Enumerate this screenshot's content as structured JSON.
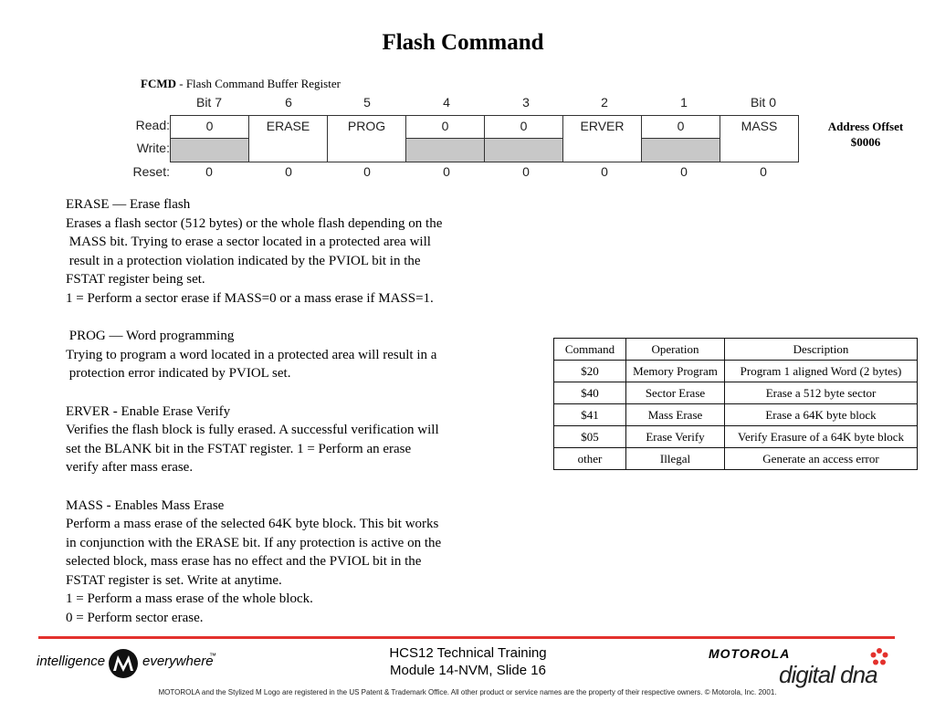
{
  "slide": {
    "title": "Flash Command"
  },
  "register": {
    "name": "FCMD",
    "caption_rest": " - Flash Command Buffer Register",
    "bit_headers": [
      "Bit 7",
      "6",
      "5",
      "4",
      "3",
      "2",
      "1",
      "Bit 0"
    ],
    "row_labels": {
      "read": "Read:",
      "write": "Write:",
      "reset": "Reset:"
    },
    "bits": [
      {
        "read": "0",
        "name": ""
      },
      {
        "read": "",
        "name": "ERASE"
      },
      {
        "read": "",
        "name": "PROG"
      },
      {
        "read": "0",
        "name": ""
      },
      {
        "read": "0",
        "name": ""
      },
      {
        "read": "",
        "name": "ERVER"
      },
      {
        "read": "0",
        "name": ""
      },
      {
        "read": "",
        "name": "MASS"
      }
    ],
    "reset_values": [
      "0",
      "0",
      "0",
      "0",
      "0",
      "0",
      "0",
      "0"
    ],
    "address_offset_label": "Address Offset",
    "address_offset_value": "$0006"
  },
  "description_lines": [
    "ERASE — Erase flash",
    "Erases a flash sector (512 bytes) or the whole flash depending on the",
    " MASS bit. Trying to erase a sector located in a protected area will",
    " result in a protection violation indicated by the PVIOL bit in the",
    "FSTAT register being set.",
    "1 = Perform a sector erase if MASS=0 or a mass erase if MASS=1.",
    "",
    " PROG — Word programming",
    "Trying to program a word located in a protected area will result in a",
    " protection error indicated by PVIOL set.",
    "",
    "ERVER - Enable Erase Verify",
    "Verifies the flash block is fully erased. A successful verification will",
    "set the BLANK bit in the FSTAT register. 1 = Perform an erase",
    "verify after mass erase.",
    "",
    "MASS - Enables Mass Erase",
    "Perform a mass erase of the selected 64K byte block. This bit works",
    "in conjunction with the ERASE bit. If any protection is active on the",
    "selected block, mass erase has no effect and the PVIOL bit in the",
    "FSTAT register is set. Write at anytime.",
    "1 = Perform a mass erase of the whole block.",
    "0 = Perform sector erase."
  ],
  "command_table": {
    "headers": [
      "Command",
      "Operation",
      "Description"
    ],
    "rows": [
      [
        "$20",
        "Memory Program",
        "Program 1 aligned Word (2 bytes)"
      ],
      [
        "$40",
        "Sector Erase",
        "Erase a 512 byte sector"
      ],
      [
        "$41",
        "Mass Erase",
        "Erase a 64K byte block"
      ],
      [
        "$05",
        "Erase Verify",
        "Verify Erasure of a 64K byte block"
      ],
      [
        "other",
        "Illegal",
        "Generate an access error"
      ]
    ]
  },
  "footer": {
    "slogan_left": "intelligence",
    "slogan_right": "everywhere",
    "trademark": "™",
    "line1": "HCS12 Technical Training",
    "line2": "Module 14-NVM, Slide 16",
    "brand": "MOTOROLA",
    "digital_dna": "digital dna",
    "copyright": "MOTOROLA and the Stylized M Logo are registered in the US Patent & Trademark Office. All other  product or service names are the property of their respective owners.  © Motorola, Inc. 2001."
  },
  "colors": {
    "accent_rule": "#e3312d",
    "write_cell_grey": "#c8c8c8"
  }
}
